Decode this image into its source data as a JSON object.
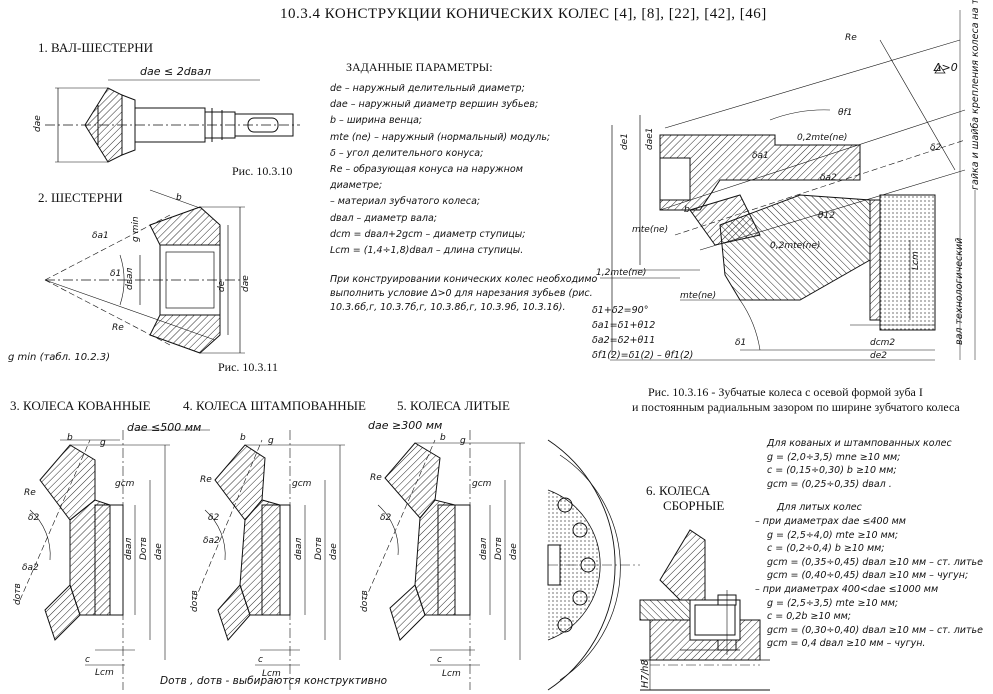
{
  "title": "10.3.4  КОНСТРУКЦИИ КОНИЧЕСКИХ КОЛЕС  [4], [8], [22], [42], [46]",
  "sections": {
    "s1": "1. ВАЛ-ШЕСТЕРНИ",
    "s2": "2. ШЕСТЕРНИ",
    "s3": "3. КОЛЕСА КОВАННЫЕ",
    "s4": "4. КОЛЕСА ШТАМПОВАННЫЕ",
    "s5": "5. КОЛЕСА ЛИТЫЕ",
    "s6a": "6. КОЛЕСА",
    "s6b": "СБОРНЫЕ"
  },
  "captions": {
    "fig10": "Рис. 10.3.10",
    "fig11": "Рис. 10.3.11",
    "fig16a": "Рис. 10.3.16 - Зубчатые колеса с осевой формой зуба I",
    "fig16b": "и постоянным радиальным зазором по ширине зубчатого колеса",
    "gmin": "g min (табл. 10.2.3)",
    "bottom": "Dотв , dотв - выбираются конструктивно"
  },
  "params": {
    "heading": "ЗАДАННЫЕ ПАРАМЕТРЫ:",
    "lines": [
      "de  – наружный делительный диаметр;",
      "dae – наружный диаметр вершин зубьев;",
      "b   – ширина венца;",
      "mte (ne) – наружный (нормальный) модуль;",
      "δ   – угол делительного конуса;",
      "Re  – образующая конуса на наружном",
      "        диаметре;",
      "      – материал зубчатого колеса;",
      "dвал – диаметр вала;",
      "dcm = dвал+2gcm    – диаметр ступицы;",
      "Lcm = (1,4÷1,8)dвал – длина ступицы."
    ],
    "note": "При конструировании конических колес необходимо выполнить условие Δ>0 для нарезания зубьев (рис. 10.3.6б,г, 10.3.7б,г, 10.3.8б,г, 10.3.9б, 10.3.16)."
  },
  "formulas": [
    "δ1+δ2=90°",
    "δa1=δ1+θ12",
    "δa2=δ2+θ11",
    "δf1(2)=δ1(2) – θf1(2)"
  ],
  "right_notes": {
    "forged_head": "Для кованых и штампованных колес",
    "forged": [
      "g = (2,0÷3,5) mne ≥10 мм;",
      "c = (0,15÷0,30) b ≥10 мм;",
      "gcm = (0,25÷0,35) dвал ."
    ],
    "cast_head": "Для литых колес",
    "cast_a_head": "– при диаметрах dae ≤400 мм",
    "cast_a": [
      "g = (2,5÷4,0) mte  ≥10   мм;",
      "c = (0,2÷0,4) b     ≥10   мм;",
      "gcm = (0,35÷0,45) dвал ≥10 мм – ст. литье",
      "gcm = (0,40÷0,45) dвал ≥10 мм – чугун;"
    ],
    "cast_b_head": "– при диаметрах 400<dae ≤1000 мм",
    "cast_b": [
      "g = (2,5÷3,5) mte        ≥10 мм;",
      "c = 0,2b                     ≥10 мм;",
      "gcm = (0,30÷0,40) dвал ≥10 мм – ст. литье",
      "gcm = 0,4 dвал              ≥10 мм – чугун."
    ]
  },
  "labels": {
    "dae_le_2dval": "dae ≤ 2dвал",
    "dae_le_500": "dae ≤500 мм",
    "dae_ge_300": "dae ≥300 мм",
    "delta_gt0": "Δ>0",
    "vert_tool": "гайка и шайба крепления колеса на техол. валу",
    "vert_shaft": "вал технологический",
    "h7": "H7/h8"
  },
  "colors": {
    "ink": "#111111",
    "paper": "#ffffff"
  }
}
